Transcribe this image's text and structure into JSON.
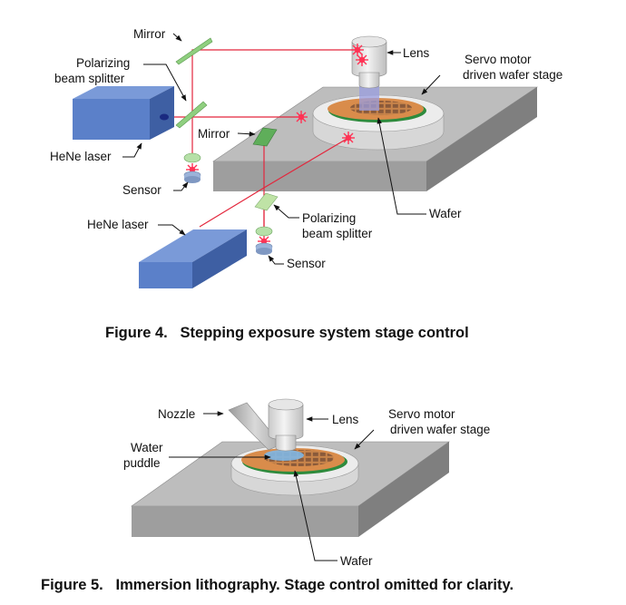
{
  "figure4": {
    "caption": "Figure 4.   Stepping exposure system stage control",
    "labels": {
      "mirror_top": "Mirror",
      "pbs_top_1": "Polarizing",
      "pbs_top_2": "beam splitter",
      "laser_top": "HeNe laser",
      "sensor_top": "Sensor",
      "mirror_mid": "Mirror",
      "lens": "Lens",
      "stage_1": "Servo motor",
      "stage_2": "driven wafer stage",
      "wafer": "Wafer",
      "laser_bottom": "HeNe laser",
      "pbs_bottom_1": "Polarizing",
      "pbs_bottom_2": "beam splitter",
      "sensor_bottom": "Sensor"
    }
  },
  "figure5": {
    "caption": "Figure 5.   Immersion lithography. Stage control omitted for clarity.",
    "labels": {
      "nozzle": "Nozzle",
      "lens": "Lens",
      "stage_1": "Servo motor",
      "stage_2": "driven wafer stage",
      "water_1": "Water",
      "water_2": "puddle",
      "wafer": "Wafer"
    }
  },
  "colors": {
    "laser_blue": "#5b80c9",
    "platform_gray": "#b3b3b3",
    "wafer_orange": "#d98c4b",
    "beam_red": "#e3263c",
    "optic_green": "#8fcf7f",
    "water_blue": "#7fb7e6"
  }
}
